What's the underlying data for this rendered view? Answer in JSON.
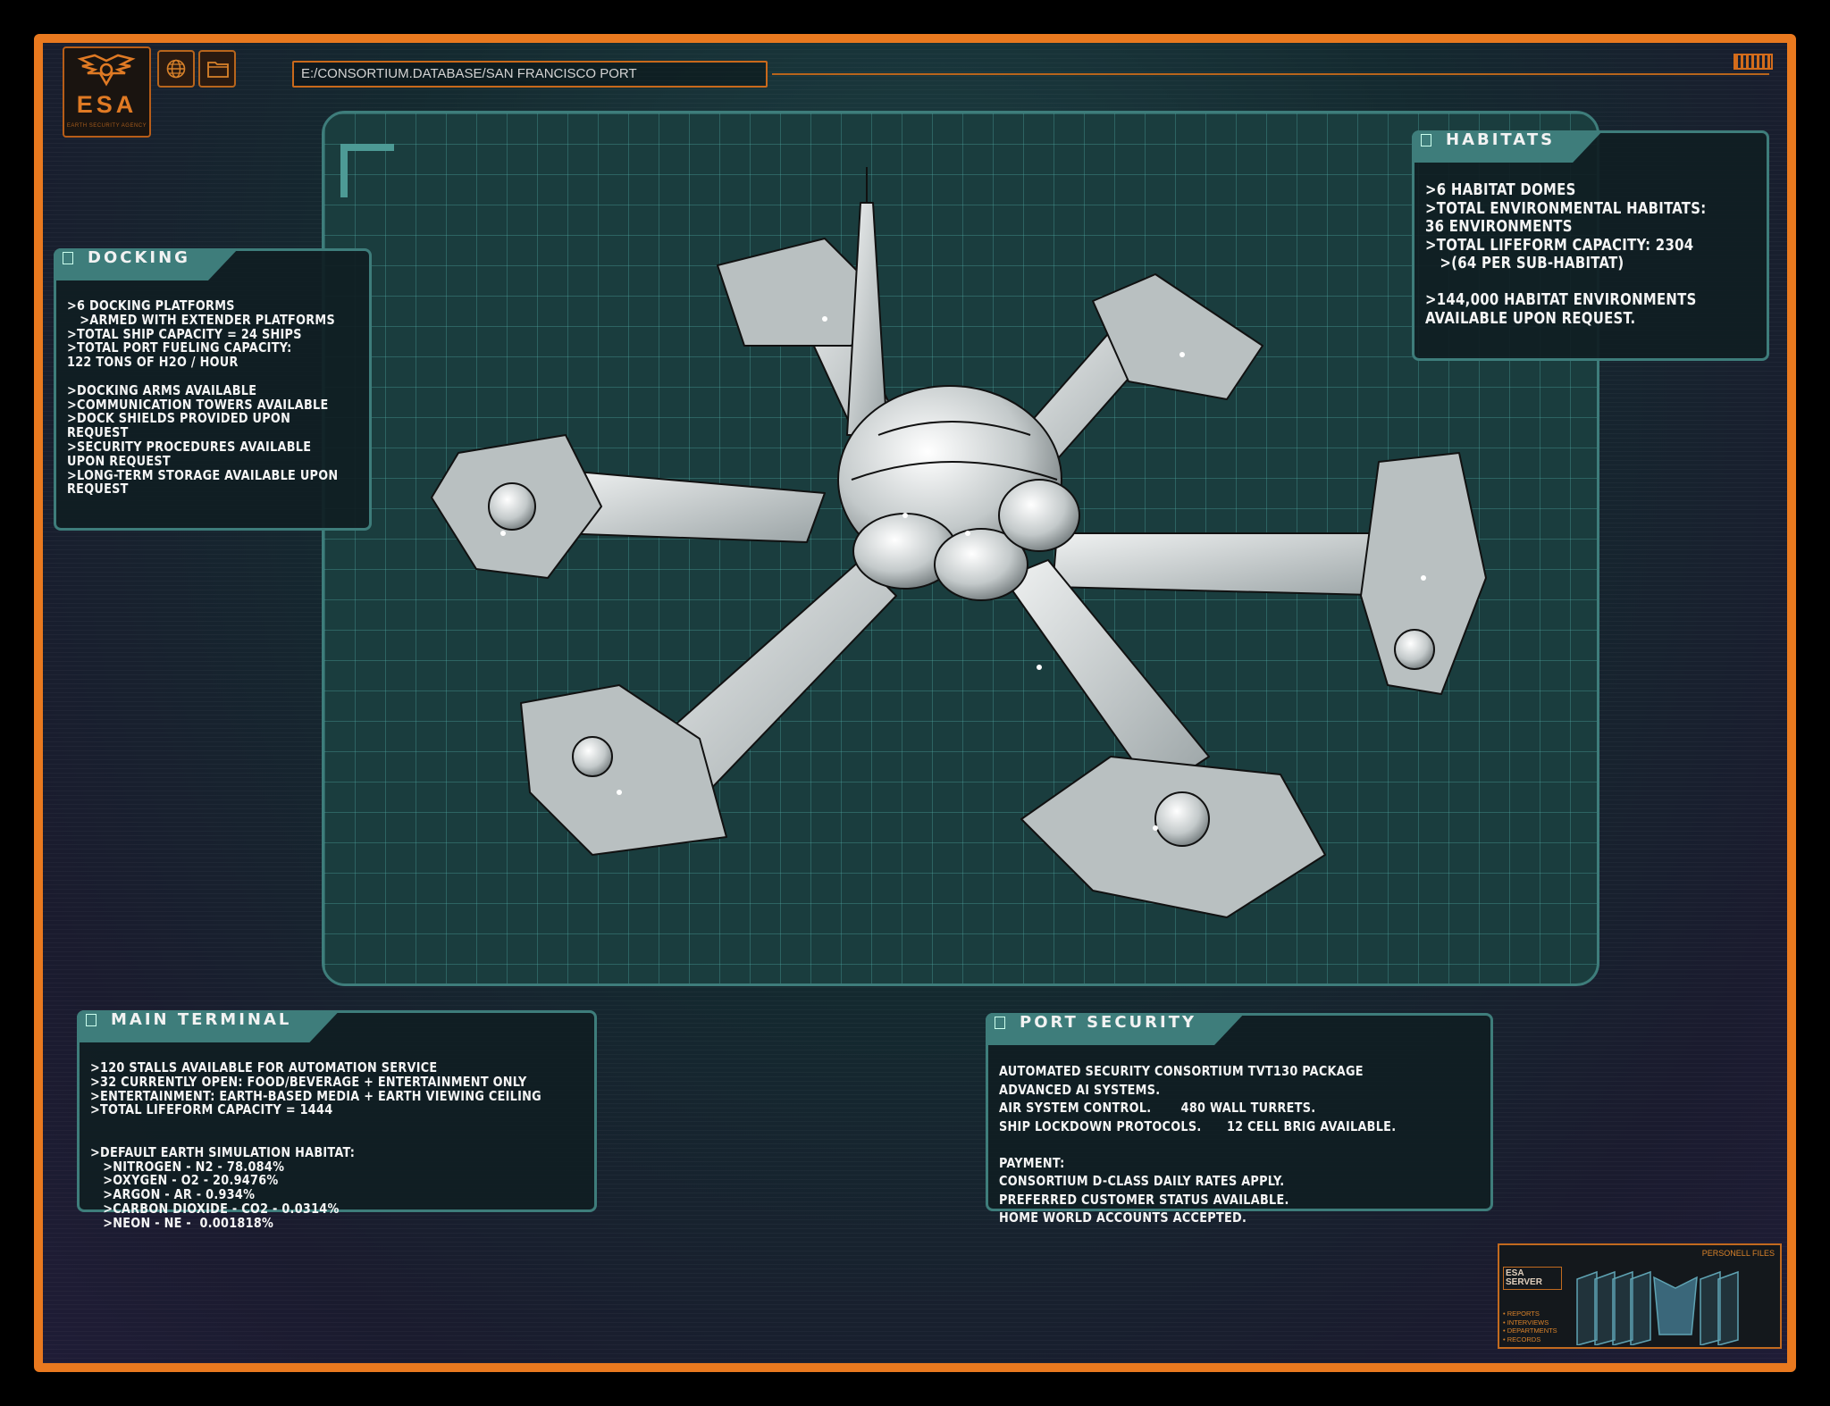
{
  "header": {
    "logo_text": "ESA",
    "logo_subtext": "EARTH SECURITY AGENCY",
    "path": "E:/CONSORTIUM.DATABASE/SAN FRANCISCO PORT"
  },
  "icons": {
    "globe": "globe-icon",
    "folder": "folder-icon",
    "battery": "battery-icon",
    "logo": "eagle-wing-emblem"
  },
  "colors": {
    "frame": "#e9791f",
    "panel_border": "#3e7d7b",
    "grid_bg": "#1a3d3e"
  },
  "panels": {
    "docking": {
      "title": "DOCKING",
      "lines": ">6 DOCKING PLATFORMS\n   >ARMED WITH EXTENDER PLATFORMS\n>TOTAL SHIP CAPACITY = 24 SHIPS\n>TOTAL PORT FUELING CAPACITY:\n122 TONS OF H2O / HOUR\n\n>DOCKING ARMS AVAILABLE\n>COMMUNICATION TOWERS AVAILABLE\n>DOCK SHIELDS PROVIDED UPON\nREQUEST\n>SECURITY PROCEDURES AVAILABLE\nUPON REQUEST\n>LONG-TERM STORAGE AVAILABLE UPON\nREQUEST"
    },
    "habitats": {
      "title": "HABITATS",
      "lines": ">6 HABITAT DOMES\n>TOTAL ENVIRONMENTAL HABITATS:\n36 ENVIRONMENTS\n>TOTAL LIFEFORM CAPACITY: 2304\n   >(64 PER SUB-HABITAT)\n\n>144,000 HABITAT ENVIRONMENTS\nAVAILABLE UPON REQUEST."
    },
    "main_terminal": {
      "title": "MAIN TERMINAL",
      "lines": ">120 STALLS AVAILABLE FOR AUTOMATION SERVICE\n>32 CURRENTLY OPEN: FOOD/BEVERAGE + ENTERTAINMENT ONLY\n>ENTERTAINMENT: EARTH-BASED MEDIA + EARTH VIEWING CEILING\n>TOTAL LIFEFORM CAPACITY = 1444\n\n\n>DEFAULT EARTH SIMULATION HABITAT:\n   >NITROGEN - N2 - 78.084%\n   >OXYGEN - O2 - 20.9476%\n   >ARGON - AR - 0.934%\n   >CARBON DIOXIDE - CO2 - 0.0314%\n   >NEON - NE -  0.001818%"
    },
    "port_security": {
      "title": "PORT SECURITY",
      "lines": "AUTOMATED SECURITY CONSORTIUM TVT130 PACKAGE\nADVANCED AI SYSTEMS.\nAIR SYSTEM CONTROL.       480 WALL TURRETS.\nSHIP LOCKDOWN PROTOCOLS.      12 CELL BRIG AVAILABLE.\n\nPAYMENT:\nCONSORTIUM D-CLASS DAILY RATES APPLY.\nPREFERRED CUSTOMER STATUS AVAILABLE.\nHOME WORLD ACCOUNTS ACCEPTED."
    }
  },
  "server": {
    "title": "PERSONELL FILES",
    "name_line1": "ESA",
    "name_line2": "SERVER",
    "menu": [
      "• REPORTS",
      "• INTERVIEWS",
      "• DEPARTMENTS",
      "• RECORDS"
    ]
  }
}
